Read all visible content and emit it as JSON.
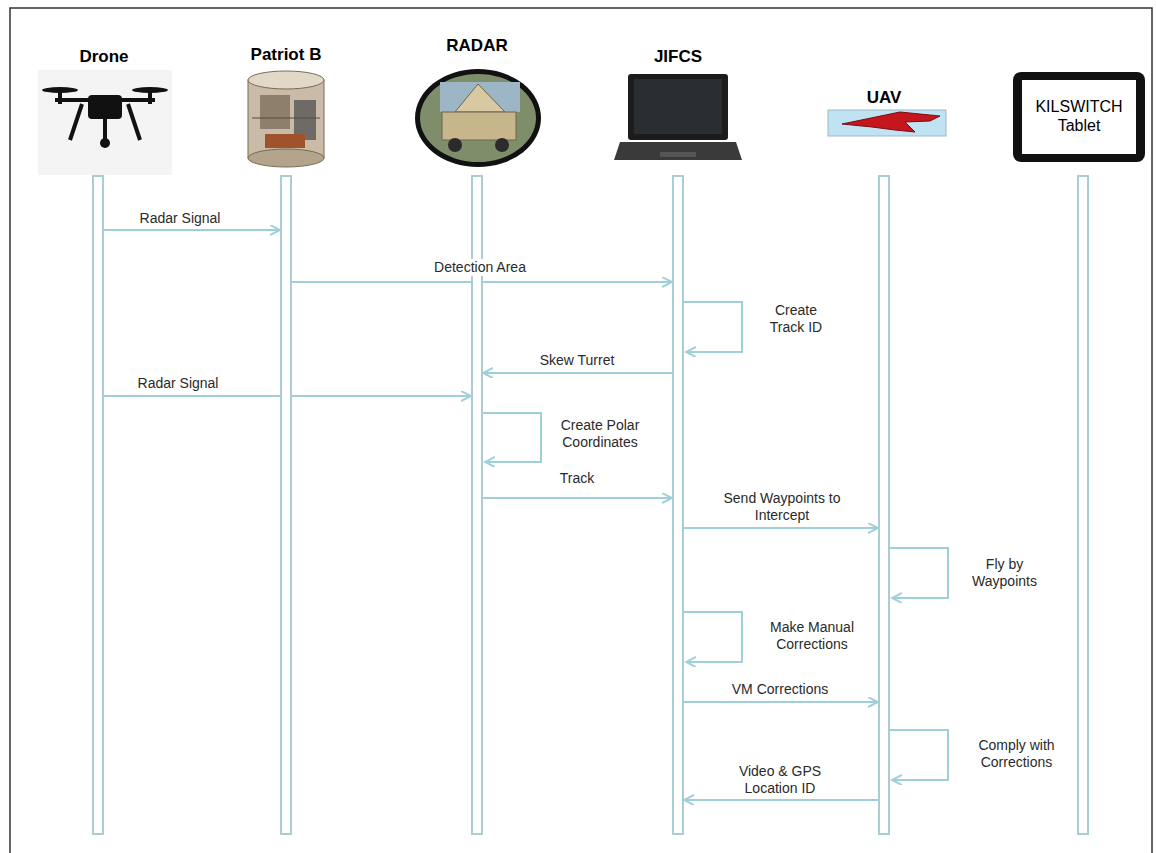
{
  "diagram": {
    "nodes": [
      {
        "text": [
          "Drone"
        ]
      },
      {
        "text": [
          "Patriot B"
        ]
      },
      {
        "text": [
          "RADAR"
        ]
      },
      {
        "text": [
          "JIFCS"
        ]
      },
      {
        "text": [
          "UAV"
        ]
      },
      {
        "text": [
          "KILSWITCH Tablet"
        ]
      }
    ],
    "edges": [
      {
        "from": 0,
        "to": 1,
        "label": "Radar Signal",
        "arrow": "to"
      },
      {
        "from": 1,
        "to": 3,
        "label": "Detection Area",
        "arrow": "to"
      },
      {
        "from": 3,
        "to": 3,
        "label": "Create Track ID",
        "arrow": "to"
      },
      {
        "from": 3,
        "to": 2,
        "label": "Skew Turret",
        "arrow": "to"
      },
      {
        "from": 0,
        "to": 2,
        "label": "Radar Signal",
        "arrow": "to"
      },
      {
        "from": 2,
        "to": 2,
        "label": "Create Polar Coordinates",
        "arrow": "to"
      },
      {
        "from": 2,
        "to": 3,
        "label": "Track",
        "arrow": "to"
      },
      {
        "from": 3,
        "to": 4,
        "label": "Send Waypoints to Intercept",
        "arrow": "to"
      },
      {
        "from": 4,
        "to": 4,
        "label": "Fly by Waypoints",
        "arrow": "to"
      },
      {
        "from": 3,
        "to": 3,
        "label": "Make Manual Corrections",
        "arrow": "to"
      },
      {
        "from": 3,
        "to": 4,
        "label": "VM Corrections",
        "arrow": "to"
      },
      {
        "from": 4,
        "to": 4,
        "label": "Comply with Corrections",
        "arrow": "to"
      },
      {
        "from": 4,
        "to": 3,
        "label": "Video & GPS Location ID",
        "arrow": "to"
      }
    ]
  }
}
